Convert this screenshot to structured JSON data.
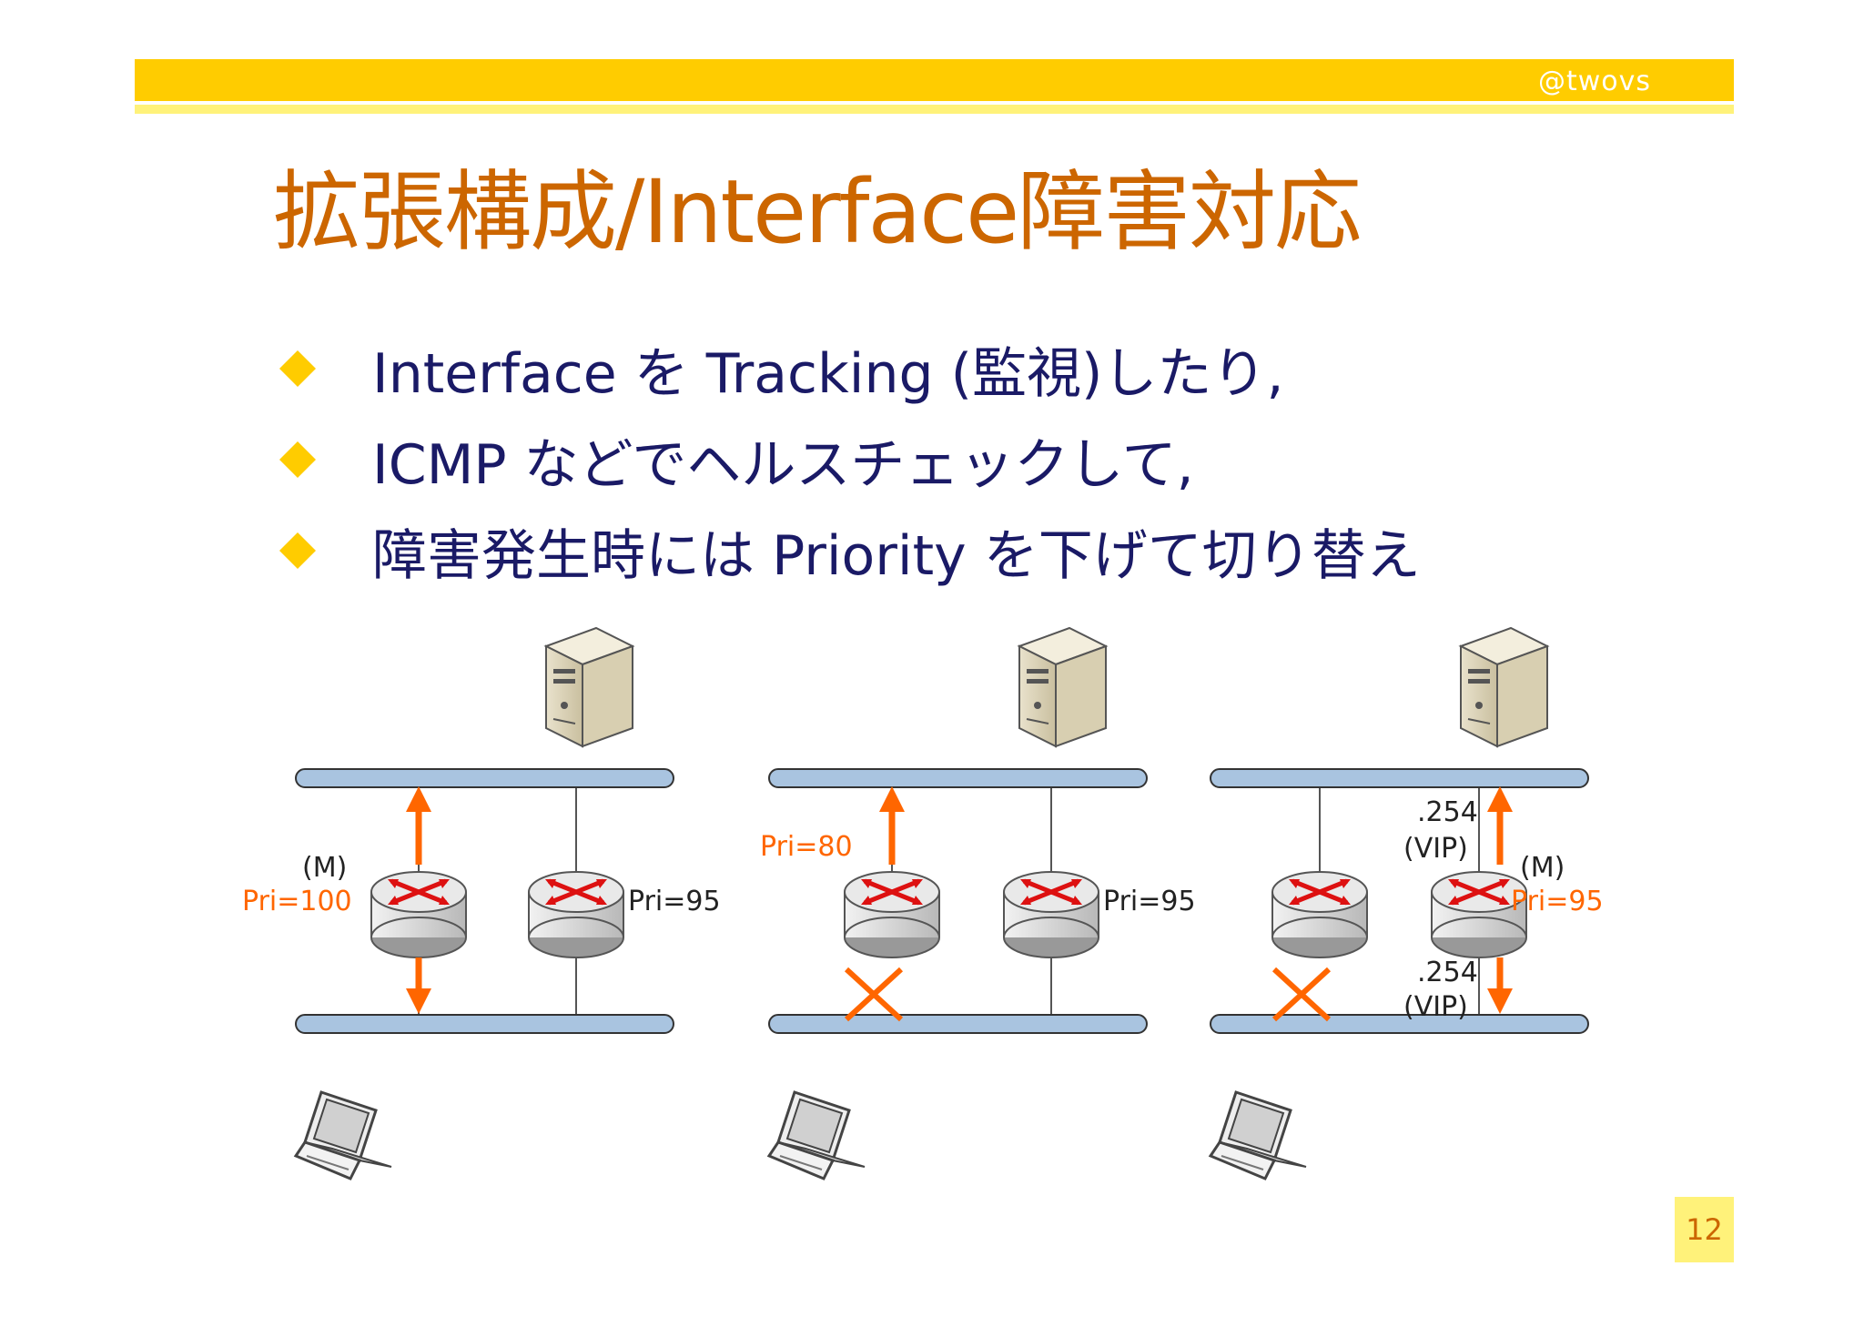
{
  "header": {
    "handle": "@twovs"
  },
  "title": "拡張構成/Interface障害対応",
  "bullets": [
    "Interface を Tracking (監視)したり,",
    "ICMP などでヘルスチェックして,",
    "障害発生時には Priority を下げて切り替え"
  ],
  "diagram": {
    "panel1": {
      "master_label": "(M)",
      "master_priority": "Pri=100",
      "backup_priority": "Pri=95"
    },
    "panel2": {
      "reduced_priority": "Pri=80",
      "backup_priority": "Pri=95"
    },
    "panel3": {
      "vip_upper_addr": ".254",
      "vip_upper_tag": "(VIP)",
      "vip_lower_addr": ".254",
      "vip_lower_tag": "(VIP)",
      "master_label": "(M)",
      "master_priority": "Pri=95"
    }
  },
  "colors": {
    "header": "#FFCC00",
    "title": "#CC6600",
    "accent": "#FF6600",
    "bus": "#A9C4E0",
    "text": "#1a1a66"
  },
  "page_number": "12"
}
